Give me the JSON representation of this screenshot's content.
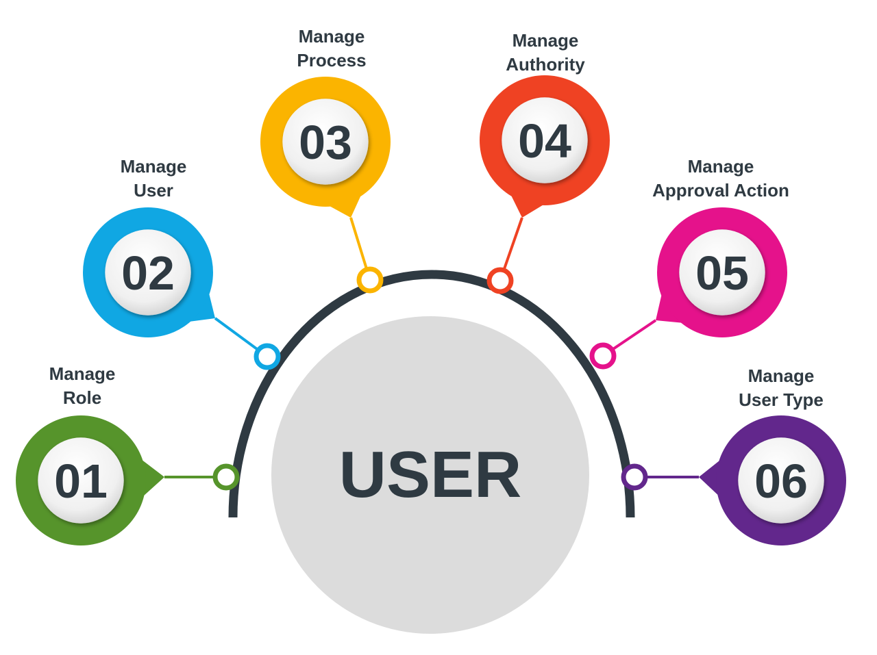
{
  "center": {
    "label": "USER",
    "fill": "#dcdcdc",
    "text_color": "#2f3a42"
  },
  "arc_color": "#2f3a42",
  "items": [
    {
      "number": "01",
      "label_line1": "Manage",
      "label_line2": "Role",
      "color": "#56942b"
    },
    {
      "number": "02",
      "label_line1": "Manage",
      "label_line2": "User",
      "color": "#10a7e3"
    },
    {
      "number": "03",
      "label_line1": "Manage",
      "label_line2": "Process",
      "color": "#fbb400"
    },
    {
      "number": "04",
      "label_line1": "Manage",
      "label_line2": "Authority",
      "color": "#ef4223"
    },
    {
      "number": "05",
      "label_line1": "Manage",
      "label_line2": "Approval Action",
      "color": "#e5128b"
    },
    {
      "number": "06",
      "label_line1": "Manage",
      "label_line2": "User Type",
      "color": "#62278c"
    }
  ]
}
